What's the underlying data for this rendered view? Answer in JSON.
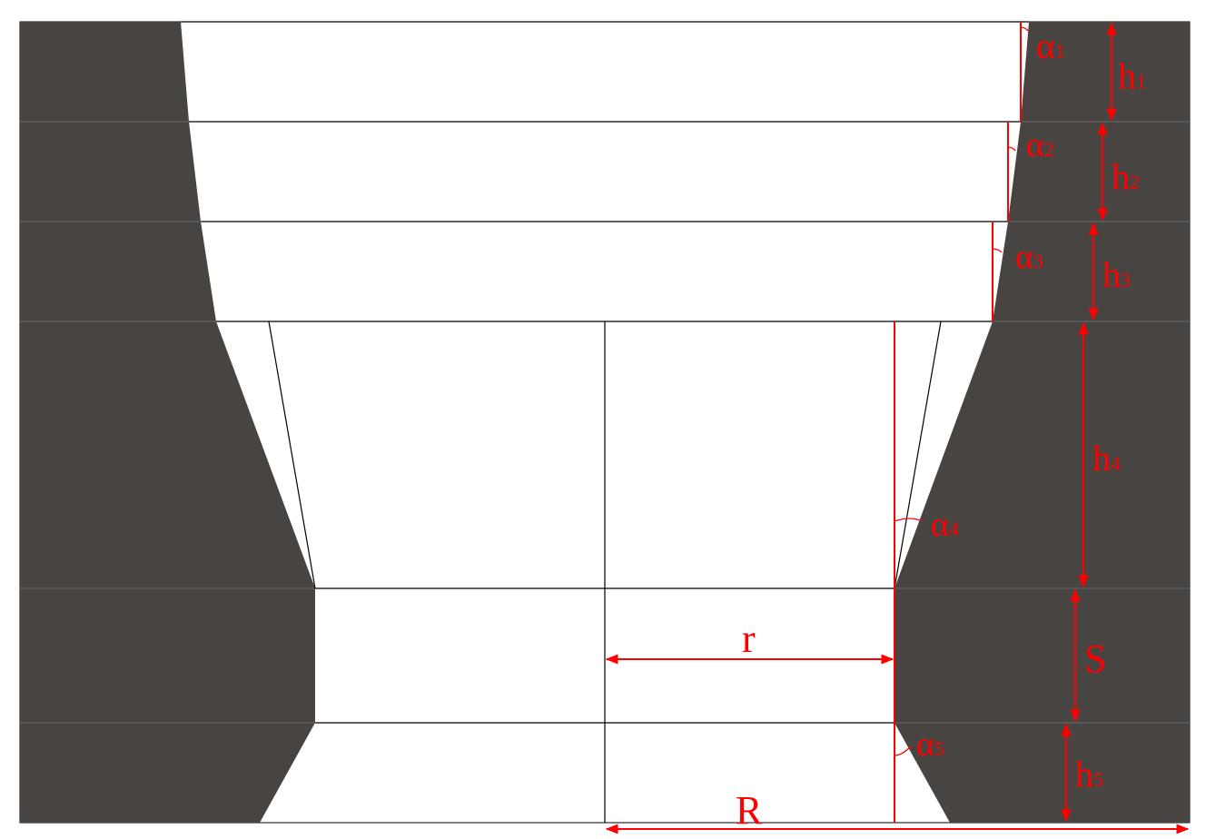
{
  "colors": {
    "wall": "#474442",
    "annotation": "#ff0000",
    "outline": "#000000",
    "background": "#ffffff"
  },
  "labels": {
    "a1": {
      "base": "α",
      "sub": "1"
    },
    "a2": {
      "base": "α",
      "sub": "2"
    },
    "a3": {
      "base": "α",
      "sub": "3"
    },
    "a4": {
      "base": "α",
      "sub": "4"
    },
    "a5": {
      "base": "α",
      "sub": "5"
    },
    "h1": {
      "base": "h",
      "sub": "1"
    },
    "h2": {
      "base": "h",
      "sub": "2"
    },
    "h3": {
      "base": "h",
      "sub": "3"
    },
    "h4": {
      "base": "h",
      "sub": "4"
    },
    "h5": {
      "base": "h",
      "sub": "5"
    },
    "S": "S",
    "r": "r",
    "R": "R"
  }
}
